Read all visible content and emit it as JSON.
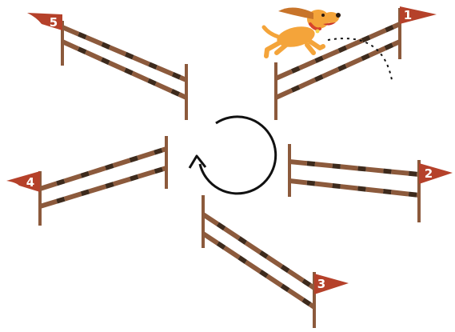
{
  "colors": {
    "wood": "#8c5a3c",
    "wood_dark": "#3d2a1c",
    "flag": "#b5412a",
    "arrow": "#111111",
    "dog": "#f4a43a",
    "dog_ear": "#c8742a",
    "collar": "#d8452a"
  },
  "hurdles": [
    {
      "number": "1"
    },
    {
      "number": "2"
    },
    {
      "number": "3"
    },
    {
      "number": "4"
    },
    {
      "number": "5"
    }
  ],
  "icons": {
    "rotation": "counterclockwise-arrow-icon",
    "dog": "jumping-dog-icon",
    "path": "dotted-jump-path"
  }
}
